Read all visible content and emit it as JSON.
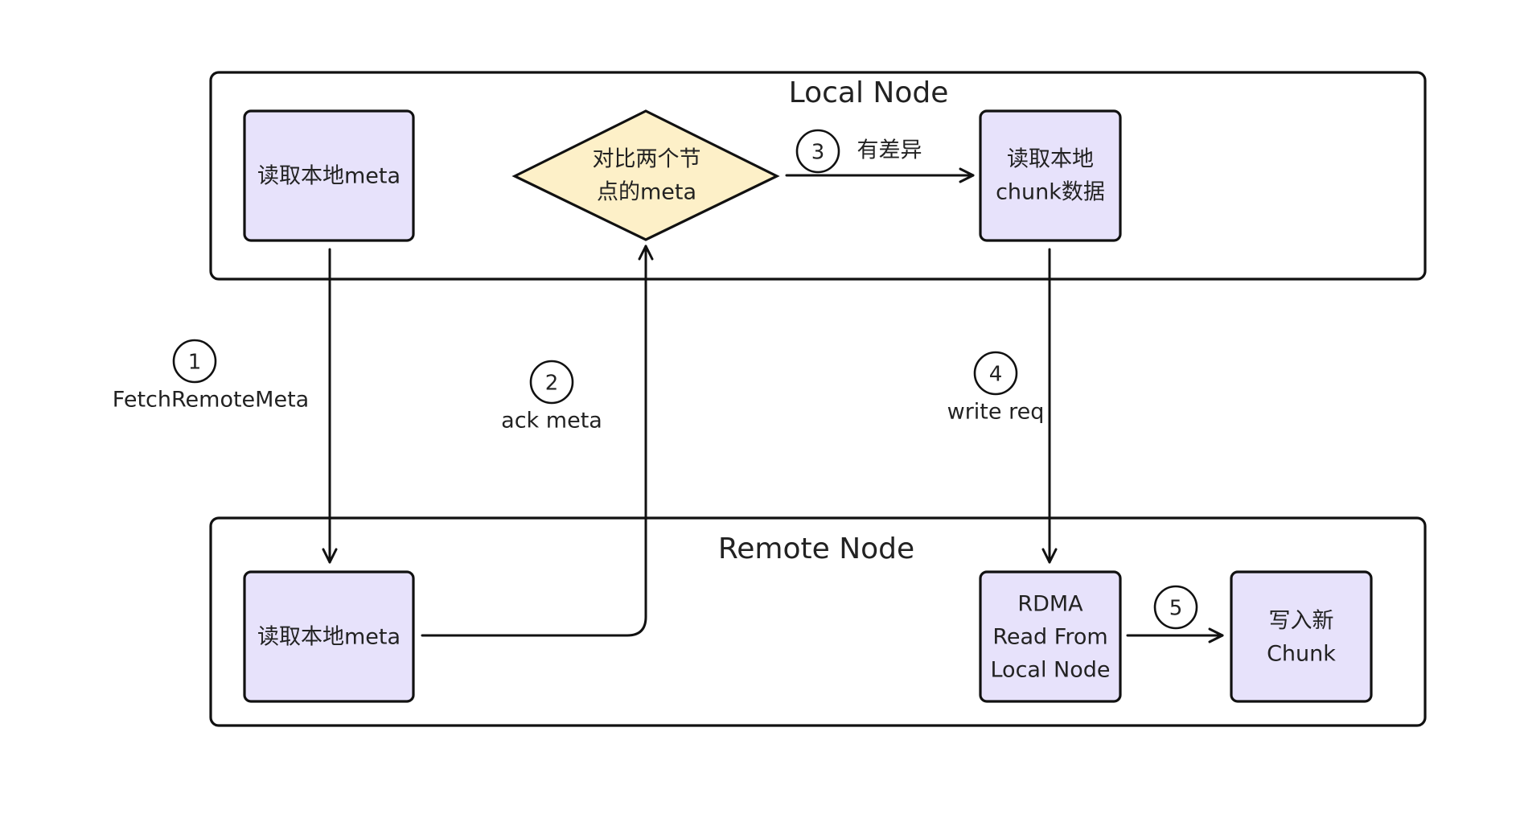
{
  "containers": {
    "local": {
      "title": "Local Node"
    },
    "remote": {
      "title": "Remote Node"
    }
  },
  "nodes": {
    "local_read_meta": {
      "line1": "读取本地meta"
    },
    "compare_meta": {
      "line1": "对比两个节",
      "line2": "点的meta"
    },
    "read_chunk": {
      "line1": "读取本地",
      "line2": "chunk数据"
    },
    "remote_read_meta": {
      "line1": "读取本地meta"
    },
    "rdma_read": {
      "line1": "RDMA",
      "line2": "Read From",
      "line3": "Local Node"
    },
    "write_chunk": {
      "line1": "写入新",
      "line2": "Chunk"
    }
  },
  "steps": [
    {
      "number": "1",
      "label": "FetchRemoteMeta"
    },
    {
      "number": "2",
      "label": "ack meta"
    },
    {
      "number": "3",
      "label": "有差异"
    },
    {
      "number": "4",
      "label": "write req"
    },
    {
      "number": "5",
      "label": ""
    }
  ],
  "colors": {
    "node_fill": "#e7e2fb",
    "decision_fill": "#fdf0c8",
    "stroke": "#111111"
  }
}
